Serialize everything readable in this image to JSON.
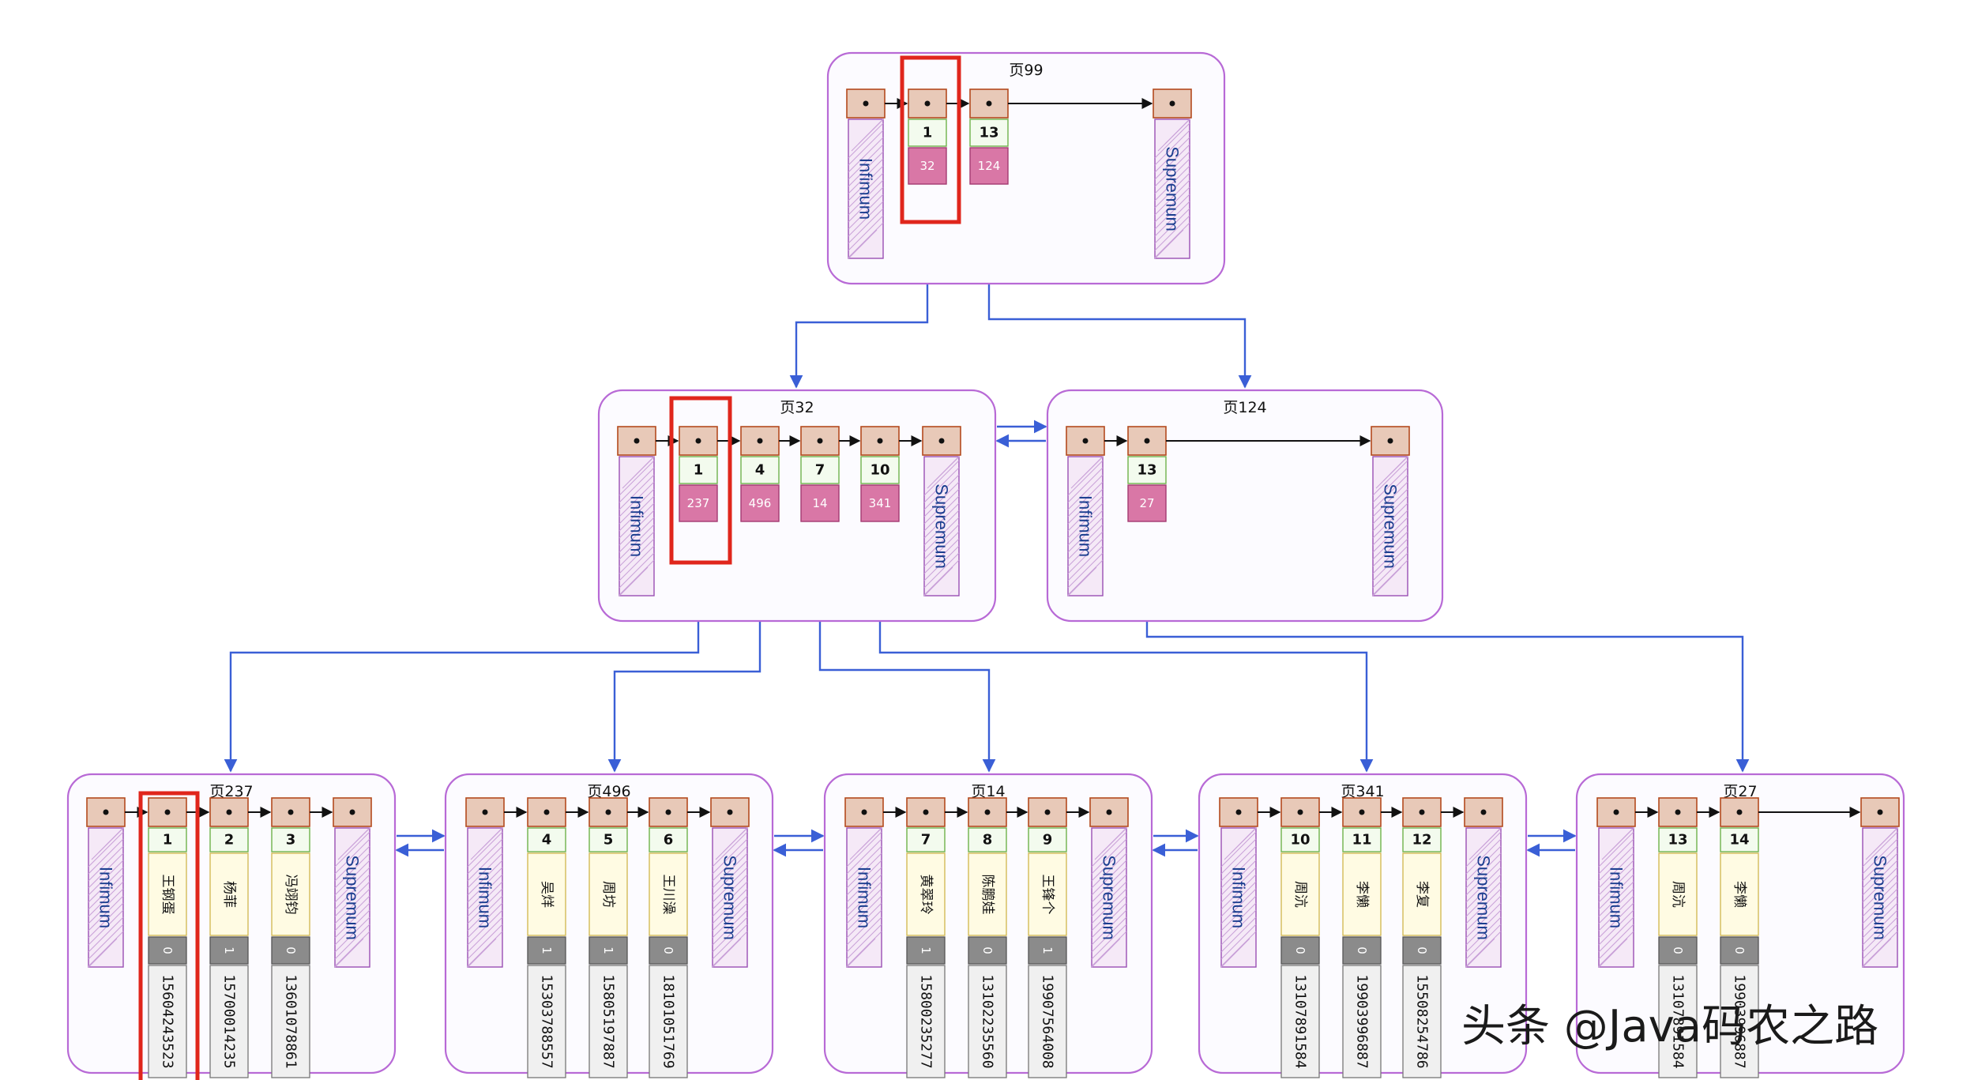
{
  "diagram": {
    "side_labels": {
      "infimum": "Infimum",
      "supremum": "Supremum"
    },
    "root": {
      "title": "页99",
      "records": [
        {
          "key": "1",
          "child": "32"
        },
        {
          "key": "13",
          "child": "124"
        }
      ]
    },
    "internal": [
      {
        "title": "页32",
        "records": [
          {
            "key": "1",
            "child": "237"
          },
          {
            "key": "4",
            "child": "496"
          },
          {
            "key": "7",
            "child": "14"
          },
          {
            "key": "10",
            "child": "341"
          }
        ]
      },
      {
        "title": "页124",
        "records": [
          {
            "key": "13",
            "child": "27"
          }
        ]
      }
    ],
    "leaves": [
      {
        "title": "页237",
        "records": [
          {
            "key": "1",
            "name": "王钢蛋",
            "flag": "0",
            "phone": "15604243523"
          },
          {
            "key": "2",
            "name": "杨菲",
            "flag": "1",
            "phone": "15700014235"
          },
          {
            "key": "3",
            "name": "冯翊钧",
            "flag": "0",
            "phone": "13601078861"
          }
        ]
      },
      {
        "title": "页496",
        "records": [
          {
            "key": "4",
            "name": "吴烊",
            "flag": "1",
            "phone": "15303788557"
          },
          {
            "key": "5",
            "name": "周坊",
            "flag": "1",
            "phone": "15805197887"
          },
          {
            "key": "6",
            "name": "王川澡",
            "flag": "0",
            "phone": "18101051769"
          }
        ]
      },
      {
        "title": "页14",
        "records": [
          {
            "key": "7",
            "name": "黄翠玲",
            "flag": "1",
            "phone": "15800235277"
          },
          {
            "key": "8",
            "name": "陈鹏娃",
            "flag": "0",
            "phone": "13102235560"
          },
          {
            "key": "9",
            "name": "王锋个",
            "flag": "1",
            "phone": "19907564008"
          }
        ]
      },
      {
        "title": "页341",
        "records": [
          {
            "key": "10",
            "name": "周沆",
            "flag": "0",
            "phone": "13107891584"
          },
          {
            "key": "11",
            "name": "李懒",
            "flag": "0",
            "phone": "19903996887"
          },
          {
            "key": "12",
            "name": "李复",
            "flag": "0",
            "phone": "15508254786"
          }
        ]
      },
      {
        "title": "页27",
        "records": [
          {
            "key": "13",
            "name": "周沆",
            "flag": "0",
            "phone": "13107891584"
          },
          {
            "key": "14",
            "name": "李懒",
            "flag": "0",
            "phone": "19903996887"
          }
        ]
      }
    ],
    "watermark": "头条 @Java码农之路"
  }
}
